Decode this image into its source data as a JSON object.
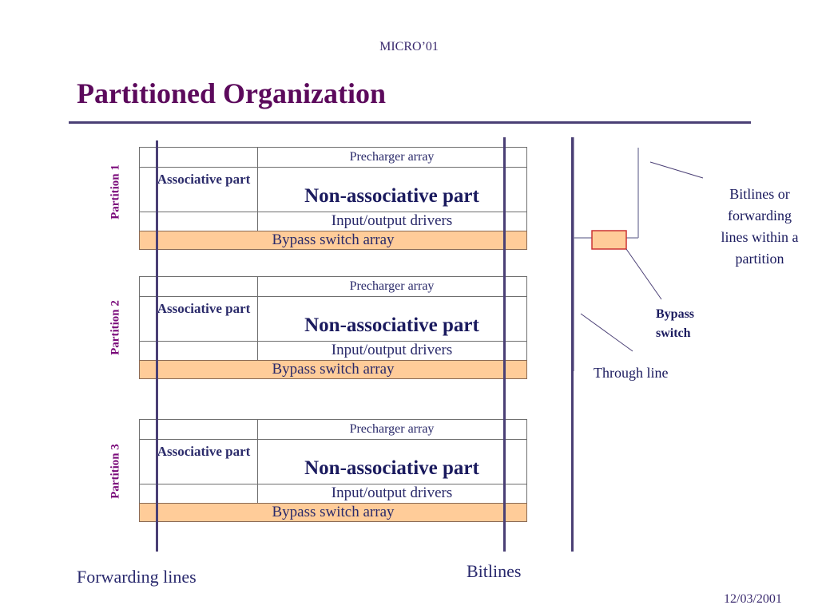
{
  "header": {
    "conference": "MICRO’01",
    "date": "12/03/2001"
  },
  "slide": {
    "title": "Partitioned Organization"
  },
  "partitions": [
    {
      "label": "Partition 1",
      "precharger": "Precharger array",
      "associative": "Associative part",
      "non_associative": "Non-associative part",
      "io": "Input/output drivers",
      "bypass": "Bypass switch array"
    },
    {
      "label": "Partition 2",
      "precharger": "Precharger array",
      "associative": "Associative part",
      "non_associative": "Non-associative part",
      "io": "Input/output drivers",
      "bypass": "Bypass switch array"
    },
    {
      "label": "Partition 3",
      "precharger": "Precharger array",
      "associative": "Associative part",
      "non_associative": "Non-associative part",
      "io": "Input/output drivers",
      "bypass": "Bypass switch array"
    }
  ],
  "labels": {
    "forwarding_lines": "Forwarding lines",
    "bitlines": "Bitlines",
    "bitlines_or_forwarding": "Bitlines or forwarding lines within a partition",
    "bypass_switch": "Bypass switch",
    "through_line": "Through line"
  },
  "colors": {
    "bypass_fill": "#ffcc99",
    "bypass_switch_fill": "#ffcc99",
    "bypass_switch_border": "#cc3333",
    "title": "#5c0a5c",
    "line": "#4a3f75"
  }
}
